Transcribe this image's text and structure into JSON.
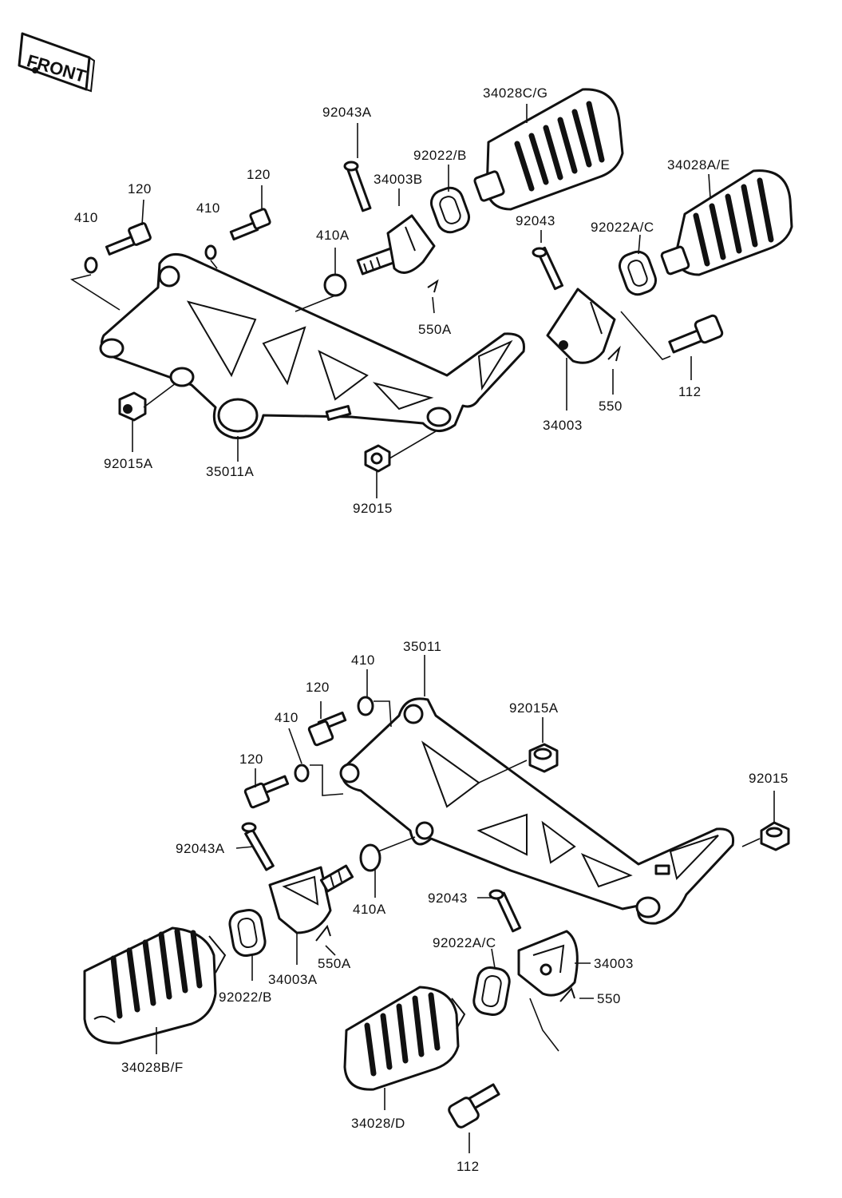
{
  "front_label": "FRONT",
  "upper_assembly": {
    "labels": {
      "p92043A": "92043A",
      "p34028CG": "34028C/G",
      "p92022B": "92022/B",
      "p34003B": "34003B",
      "p34028AE": "34028A/E",
      "p120a": "120",
      "p120b": "120",
      "p410a": "410",
      "p410b": "410",
      "p410A": "410A",
      "p92043": "92043",
      "p92022AC": "92022A/C",
      "p550A": "550A",
      "p112": "112",
      "p550": "550",
      "p34003": "34003",
      "p92015A": "92015A",
      "p35011A": "35011A",
      "p92015": "92015"
    }
  },
  "lower_assembly": {
    "labels": {
      "p35011": "35011",
      "p410a": "410",
      "p120a": "120",
      "p410b": "410",
      "p92015A": "92015A",
      "p120b": "120",
      "p92015": "92015",
      "p92043A": "92043A",
      "p410A": "410A",
      "p92043": "92043",
      "p92022AC": "92022A/C",
      "p34003": "34003",
      "p550A": "550A",
      "p34003A": "34003A",
      "p550": "550",
      "p92022B": "92022/B",
      "p34028BF": "34028B/F",
      "p34028D": "34028/D",
      "p112": "112"
    }
  }
}
